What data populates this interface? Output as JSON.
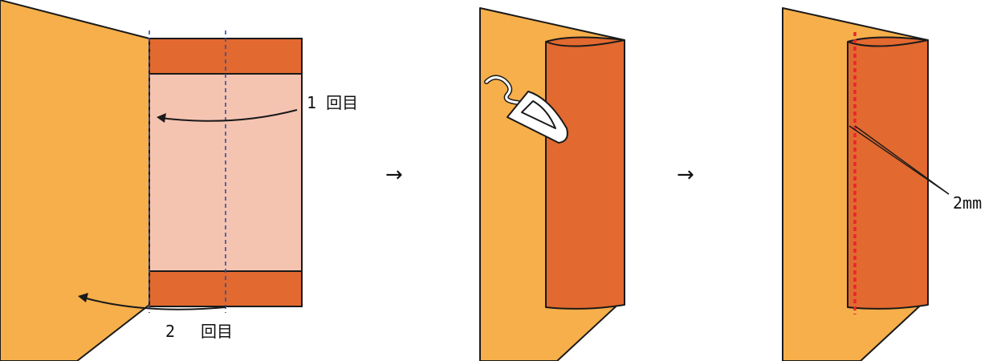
{
  "colors": {
    "background": "#ffffff",
    "fabric_base": "#f6af4b",
    "fabric_band": "#e2692f",
    "fabric_inner": "#f5c4b1",
    "fold_guide": "#2e4fa0",
    "stitch_line": "#e8262b",
    "outline": "#1a1a1a",
    "iron_body": "#ffffff"
  },
  "panels": [
    {
      "id": "fold-step",
      "labels": {
        "first_fold": "1 回目",
        "second_fold_num": "2",
        "second_fold_kanji": "回目"
      }
    },
    {
      "id": "press-step",
      "icons": [
        "iron-icon"
      ]
    },
    {
      "id": "stitch-step",
      "labels": {
        "margin": "2mm"
      }
    }
  ],
  "step_arrows": [
    "→",
    "→"
  ]
}
